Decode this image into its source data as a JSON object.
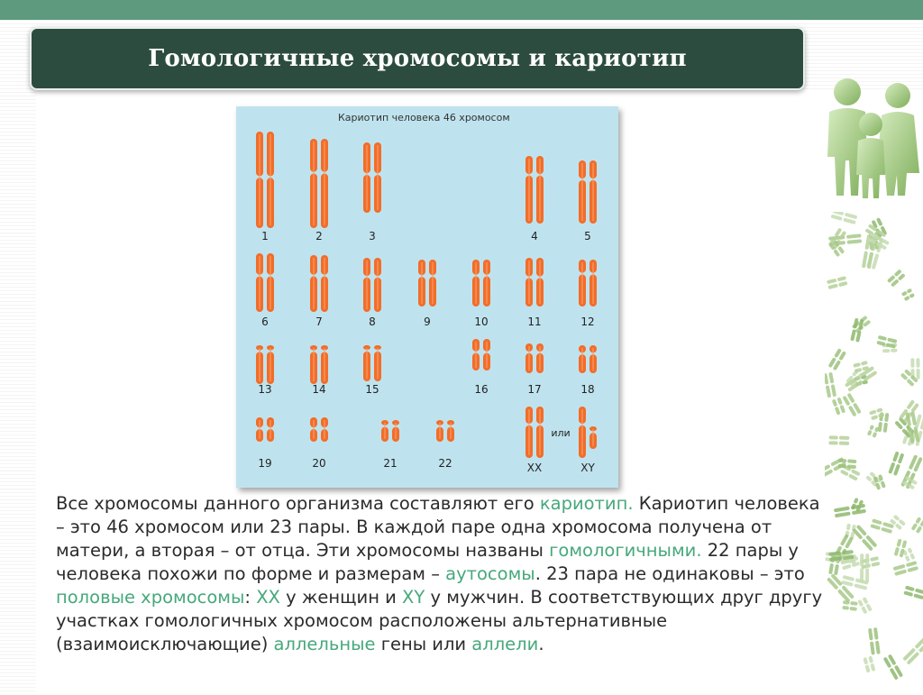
{
  "slide": {
    "title": "Гомологичные хромосомы и кариотип",
    "colors": {
      "title_bg": "#2c4c3f",
      "karyotype_bg": "#bfe3ee",
      "chromosome": "#f26d2a",
      "highlight": "#47a87b"
    }
  },
  "karyotype": {
    "caption": "Кариотип человека 46 хромосом",
    "labels": [
      "1",
      "2",
      "3",
      "4",
      "5",
      "6",
      "7",
      "8",
      "9",
      "10",
      "11",
      "12",
      "13",
      "14",
      "15",
      "16",
      "17",
      "18",
      "19",
      "20",
      "21",
      "22",
      "XX",
      "XY"
    ],
    "or_label": "или"
  },
  "text": {
    "p1": "Все хромосомы данного организма составляют его ",
    "t_karyotype": "кариотип.",
    "p2": " Кариотип человека – это 46 хромосом или 23 пары. В каждой паре одна хромосома получена от матери, а  вторая – от отца. Эти хромосомы названы ",
    "t_homologous": "гомологичными.",
    "p3": " 22 пары у человека похожи по форме и размерам –  ",
    "t_autosomes": "аутосомы",
    "p4": ". 23 пара не одинаковы – это ",
    "t_sex": "половые хромосомы",
    "p5": ": ",
    "t_xx": "ХХ",
    "p6": " у женщин и ",
    "t_xy": "ХY",
    "p7": " у мужчин. В соответствующих друг другу участках гомологичных хромосом расположены альтернативные (взаимоисключающие) ",
    "t_allelic": "аллельные",
    "p8": " гены или ",
    "t_alleles": "аллели",
    "p9": "."
  },
  "icons": [
    "family-icon",
    "chromosome-decoration-icon"
  ]
}
